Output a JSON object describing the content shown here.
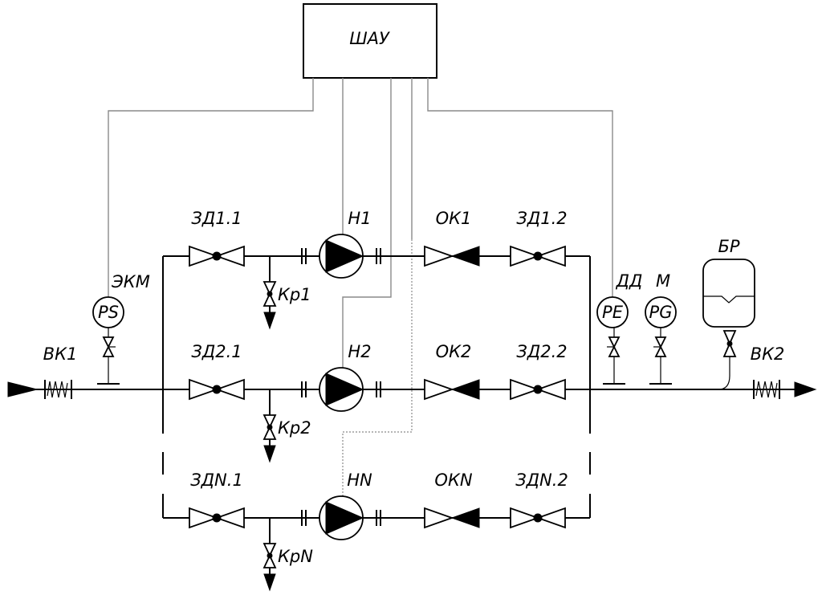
{
  "controller": {
    "label": "ШАУ"
  },
  "inlet": {
    "valve_label": "ВК1"
  },
  "outlet": {
    "valve_label": "ВК2"
  },
  "pressure_switch": {
    "label": "ЭКМ",
    "symbol": "PS"
  },
  "pressure_sensor": {
    "label": "ДД",
    "symbol": "PE"
  },
  "manometer": {
    "label": "М",
    "symbol": "PG"
  },
  "tank": {
    "label": "БР"
  },
  "branches": [
    {
      "inlet_valve": "ЗД1.1",
      "pump": "Н1",
      "check_valve": "ОК1",
      "outlet_valve": "ЗД1.2",
      "drain_valve": "Кр1"
    },
    {
      "inlet_valve": "ЗД2.1",
      "pump": "Н2",
      "check_valve": "ОК2",
      "outlet_valve": "ЗД2.2",
      "drain_valve": "Кр2"
    },
    {
      "inlet_valve": "ЗДN.1",
      "pump": "НN",
      "check_valve": "ОКN",
      "outlet_valve": "ЗДN.2",
      "drain_valve": "КрN"
    }
  ]
}
